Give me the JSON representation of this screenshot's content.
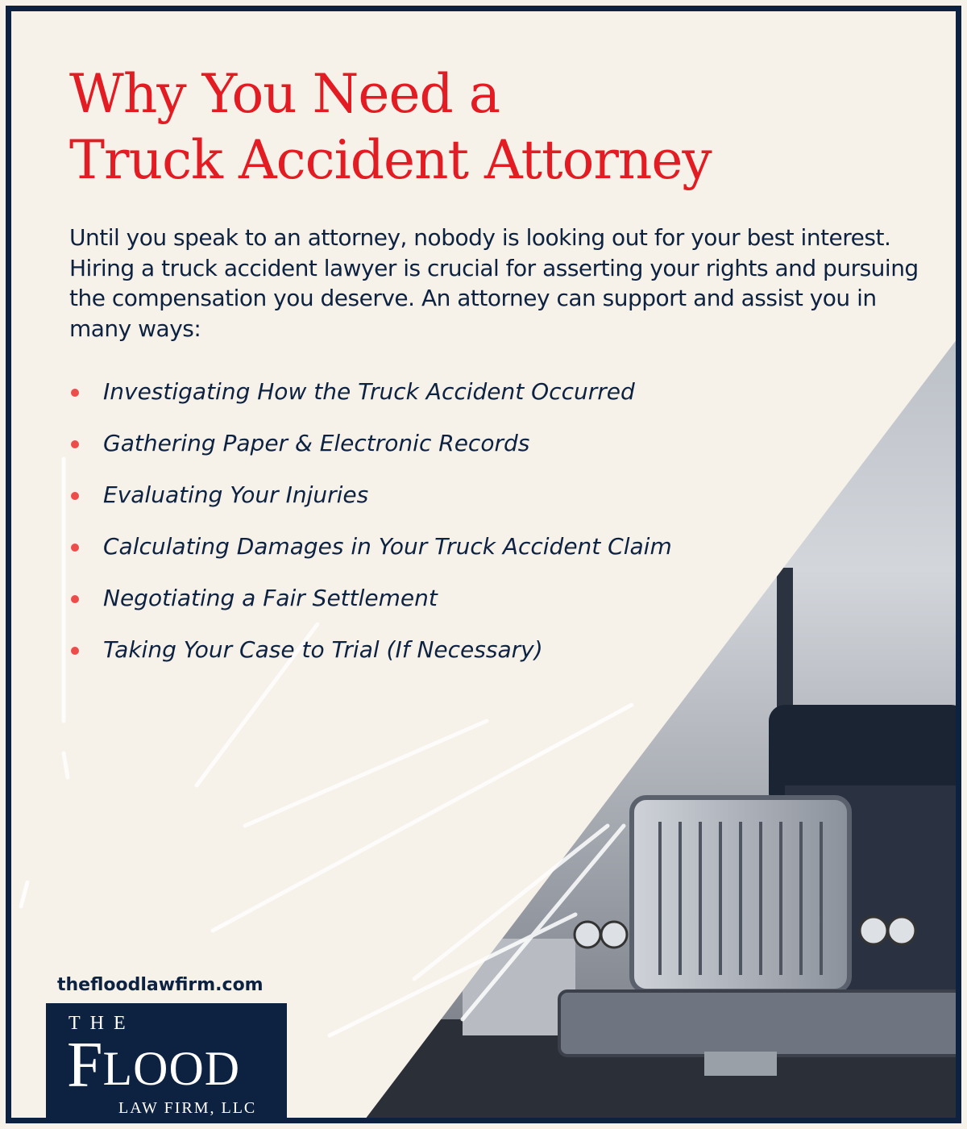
{
  "heading": {
    "line1": "Why You Need a",
    "line2": "Truck Accident Attorney"
  },
  "intro": "Until you speak to an attorney, nobody is looking out for your best interest. Hiring a truck accident lawyer is crucial for asserting your rights and pursuing the compensation you deserve. An attorney can support and assist you in many ways:",
  "items": [
    "Investigating How the Truck Accident Occurred",
    "Gathering Paper & Electronic Records",
    "Evaluating Your Injuries",
    "Calculating Damages in Your Truck Accident Claim",
    "Negotiating a Fair Settlement",
    "Taking Your Case to Trial (If Necessary)"
  ],
  "website": "thefloodlawfirm.com",
  "logo": {
    "the": "THE",
    "flood_initial": "F",
    "flood_rest": "LOOD",
    "subtitle": "LAW FIRM, LLC"
  },
  "colors": {
    "navy": "#0d2240",
    "red": "#e31c23",
    "cream": "#f6f1e9",
    "bullet": "#ee4b4b"
  }
}
